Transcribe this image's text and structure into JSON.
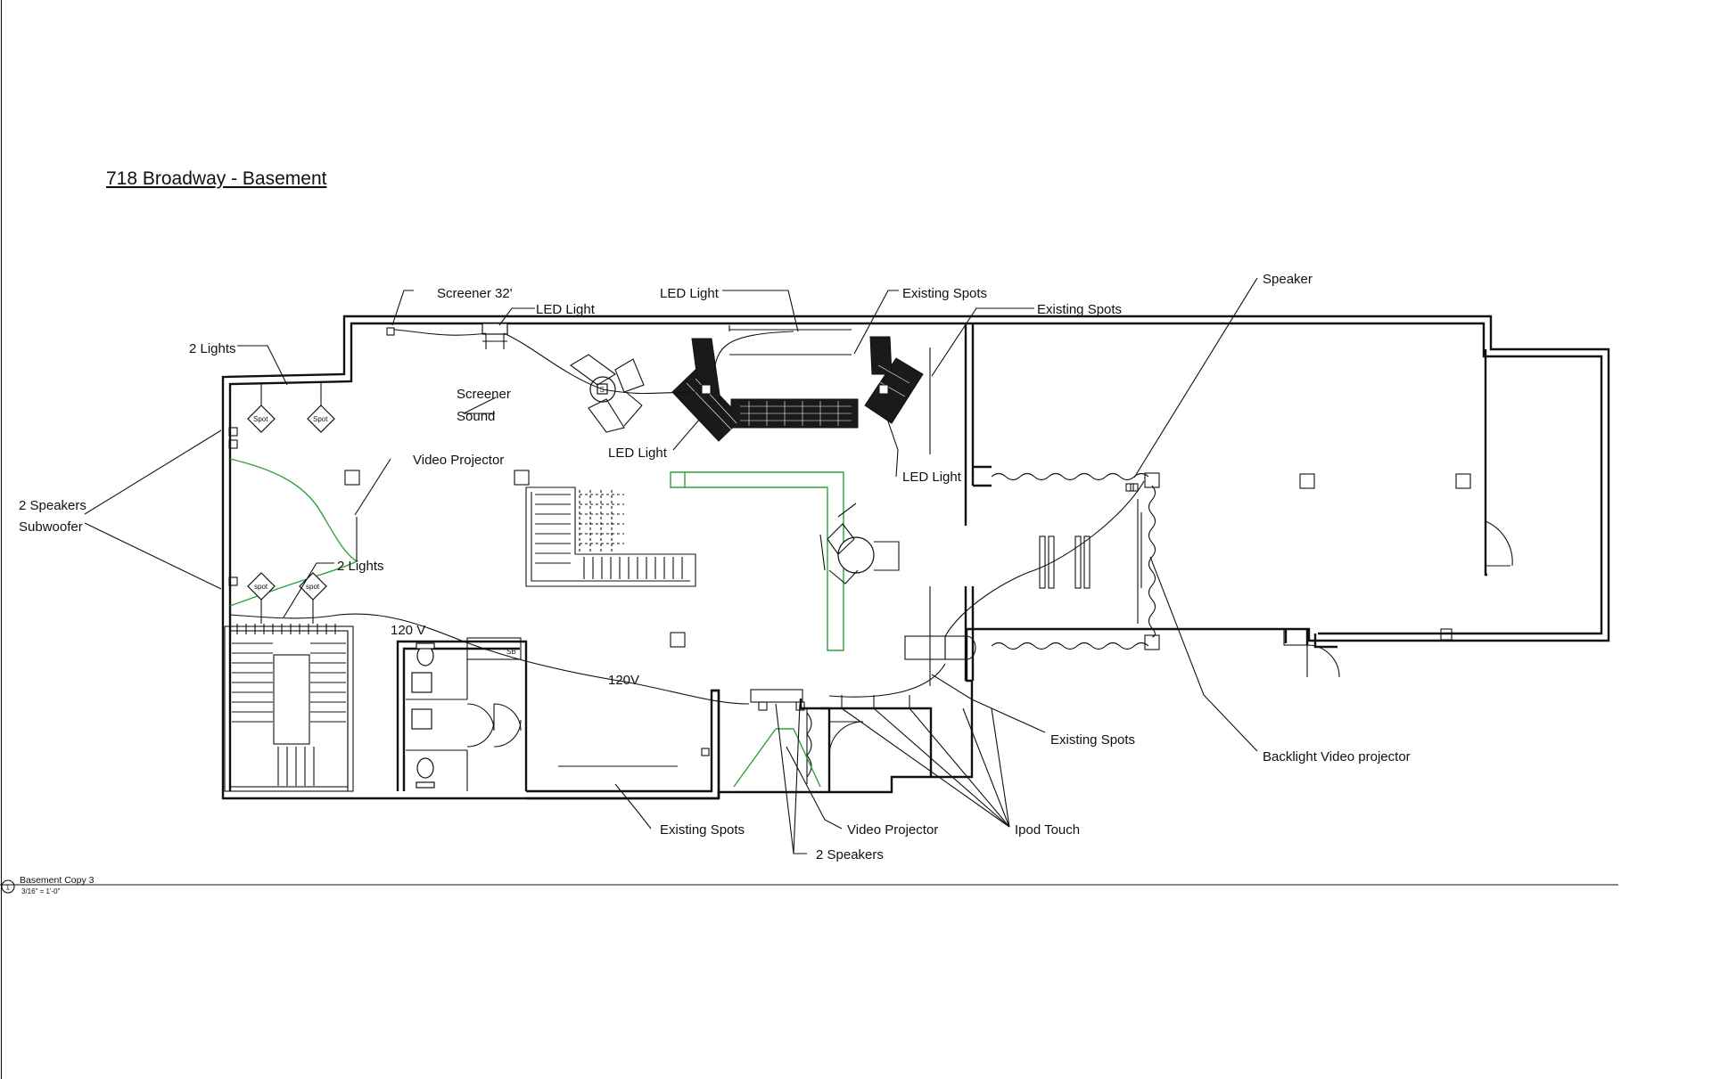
{
  "title": "718 Broadway - Basement",
  "view": {
    "label": "Basement Copy 3",
    "scale": "3/16\" = 1'-0\"",
    "number": "1"
  },
  "labels": {
    "screener_32": "Screener 32'",
    "led_light_top_left": "LED Light",
    "led_light_top": "LED Light",
    "existing_spots_top_1": "Existing Spots",
    "existing_spots_top_2": "Existing Spots",
    "speaker": "Speaker",
    "two_lights_top": "2 Lights",
    "screener": "Screener",
    "sound": "Sound",
    "video_projector_left": "Video Projector",
    "led_light_mid": "LED Light",
    "led_light_right": "LED Light",
    "speakers_subwoofer_1": "2 Speakers",
    "speakers_subwoofer_2": "Subwoofer",
    "two_lights_bottom": "2 Lights",
    "v120_1": "120 V",
    "v120_2": "120V",
    "existing_spots_right": "Existing Spots",
    "backlight_video_projector": "Backlight Video projector",
    "existing_spots_bottom": "Existing Spots",
    "video_projector_bottom": "Video Projector",
    "ipod_touch": "Ipod Touch",
    "two_speakers_bottom": "2 Speakers"
  },
  "symbols": {
    "spot": "Spot",
    "spot_lower": "spot",
    "speaker_s": "S",
    "sb": "SB"
  },
  "colors": {
    "lines": "#111111",
    "projection": "#2ea13a",
    "background": "#ffffff"
  }
}
